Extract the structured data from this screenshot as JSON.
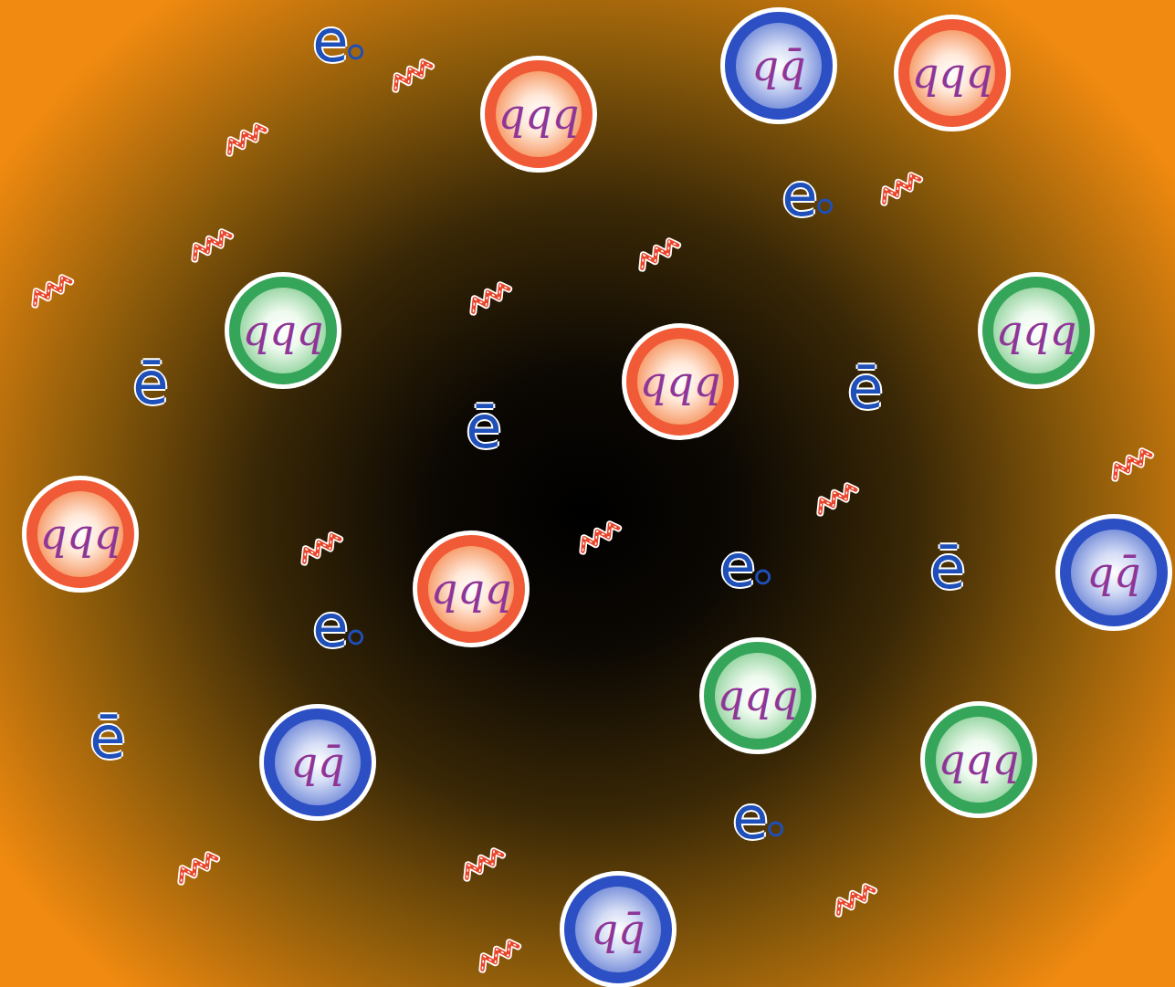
{
  "diagram": {
    "nodes": [
      {
        "text": [
          "qq̄"
        ]
      },
      {
        "text": [
          "qqq"
        ]
      },
      {
        "text": [
          "qqq"
        ]
      },
      {
        "text": [
          "qqq"
        ]
      },
      {
        "text": [
          "qqq"
        ]
      },
      {
        "text": [
          "qqq"
        ]
      },
      {
        "text": [
          "qqq"
        ]
      },
      {
        "text": [
          "qq̄"
        ]
      },
      {
        "text": [
          "qqq"
        ]
      },
      {
        "text": [
          "qqq"
        ]
      },
      {
        "text": [
          "qq̄"
        ]
      },
      {
        "text": [
          "qqq"
        ]
      },
      {
        "text": [
          "qq̄"
        ]
      }
    ],
    "labels": [
      "e",
      "e",
      "ē",
      "ē",
      "ē",
      "ē",
      "e",
      "e",
      "ē",
      "e"
    ]
  }
}
